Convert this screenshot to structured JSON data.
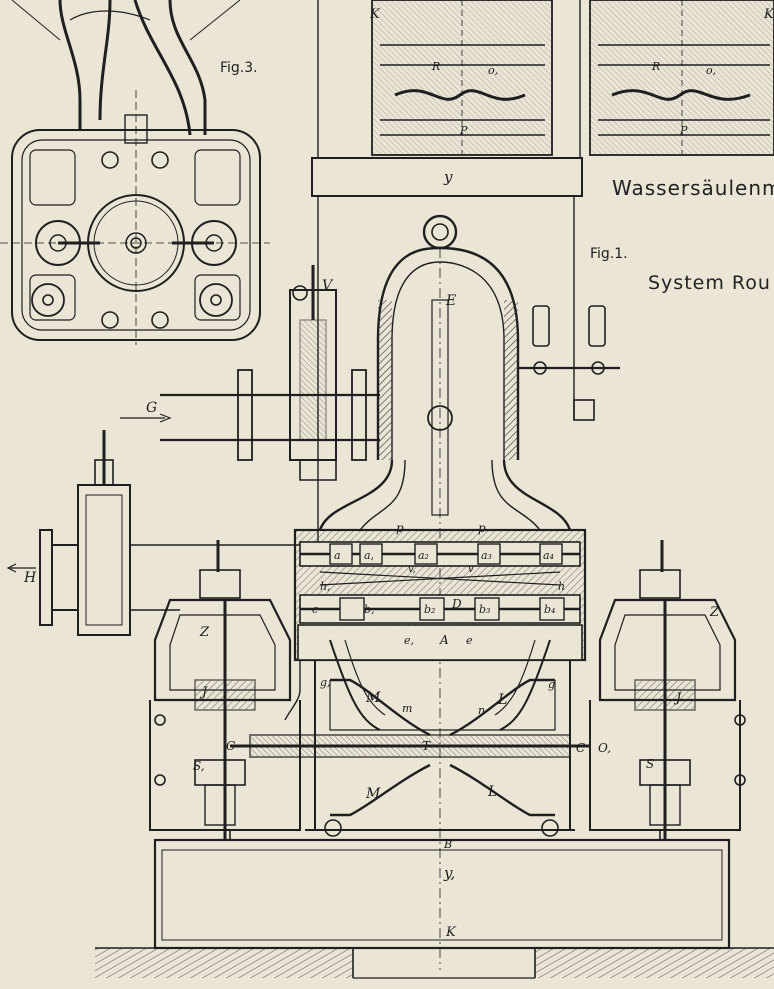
{
  "figures": {
    "fig3": "Fig.3.",
    "fig1": "Fig.1."
  },
  "titles": {
    "main": "Wassersäulenma",
    "system": "System  Rou"
  },
  "labels": {
    "K_top_left": "K",
    "K_top_right": "K",
    "R1": "R",
    "o1": "o,",
    "R2": "R",
    "o2": "o,",
    "P_top1": "P",
    "P_top2": "P",
    "y": "y",
    "V": "V",
    "E": "E",
    "G": "G",
    "H": "H",
    "p_left": "p",
    "p_right": "p",
    "a": "a",
    "a1": "a,",
    "a2": "a₂",
    "a3": "a₃",
    "a4": "a₄",
    "v1": "v,",
    "v2": "v",
    "h1": "h,",
    "h2": "h",
    "c": "c",
    "b1": "b,",
    "b2": "b₂",
    "D": "D",
    "b3": "b₃",
    "b4": "b₄",
    "e1": "e,",
    "A": "A",
    "e2": "e",
    "Z_left": "Z",
    "Z_right": "Z",
    "J_left": "J",
    "J_right": "J",
    "g1": "g,",
    "g2": "g",
    "M_top": "M",
    "L_top": "L",
    "m": "m",
    "n": "n",
    "T": "T",
    "C_left": "C",
    "C_right": "C",
    "O_right": "O,",
    "S1": "S,",
    "S2": "S",
    "M_bottom": "M",
    "L_bottom": "L",
    "B": "B",
    "y1": "y,",
    "K_bottom": "K"
  },
  "colors": {
    "paper": "#ebe5d5",
    "ink": "#1f1f1f",
    "hatch": "#3a3a3a"
  }
}
